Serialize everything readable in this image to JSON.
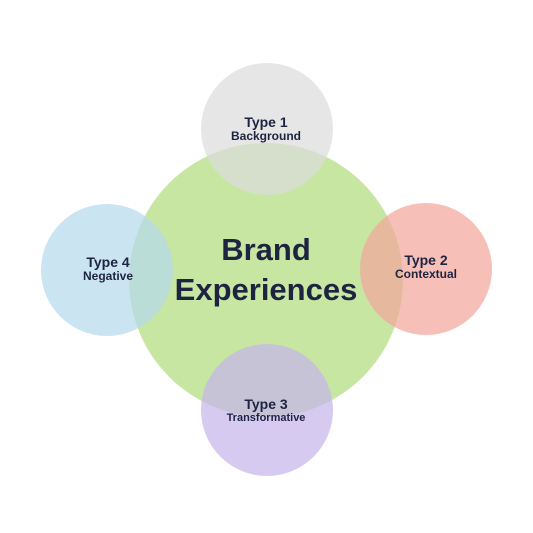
{
  "diagram": {
    "center": {
      "line1": "Brand",
      "line2": "Experiences",
      "color": "#bae08c"
    },
    "types": [
      {
        "position": "top",
        "name": "Type 1",
        "label": "Background",
        "color": "#dcdcdc"
      },
      {
        "position": "right",
        "name": "Type 2",
        "label": "Contextual",
        "color": "#f3a79e"
      },
      {
        "position": "bottom",
        "name": "Type 3",
        "label": "Transformative",
        "color": "#c6b6ec"
      },
      {
        "position": "left",
        "name": "Type 4",
        "label": "Negative",
        "color": "#b7d9ec"
      }
    ]
  }
}
